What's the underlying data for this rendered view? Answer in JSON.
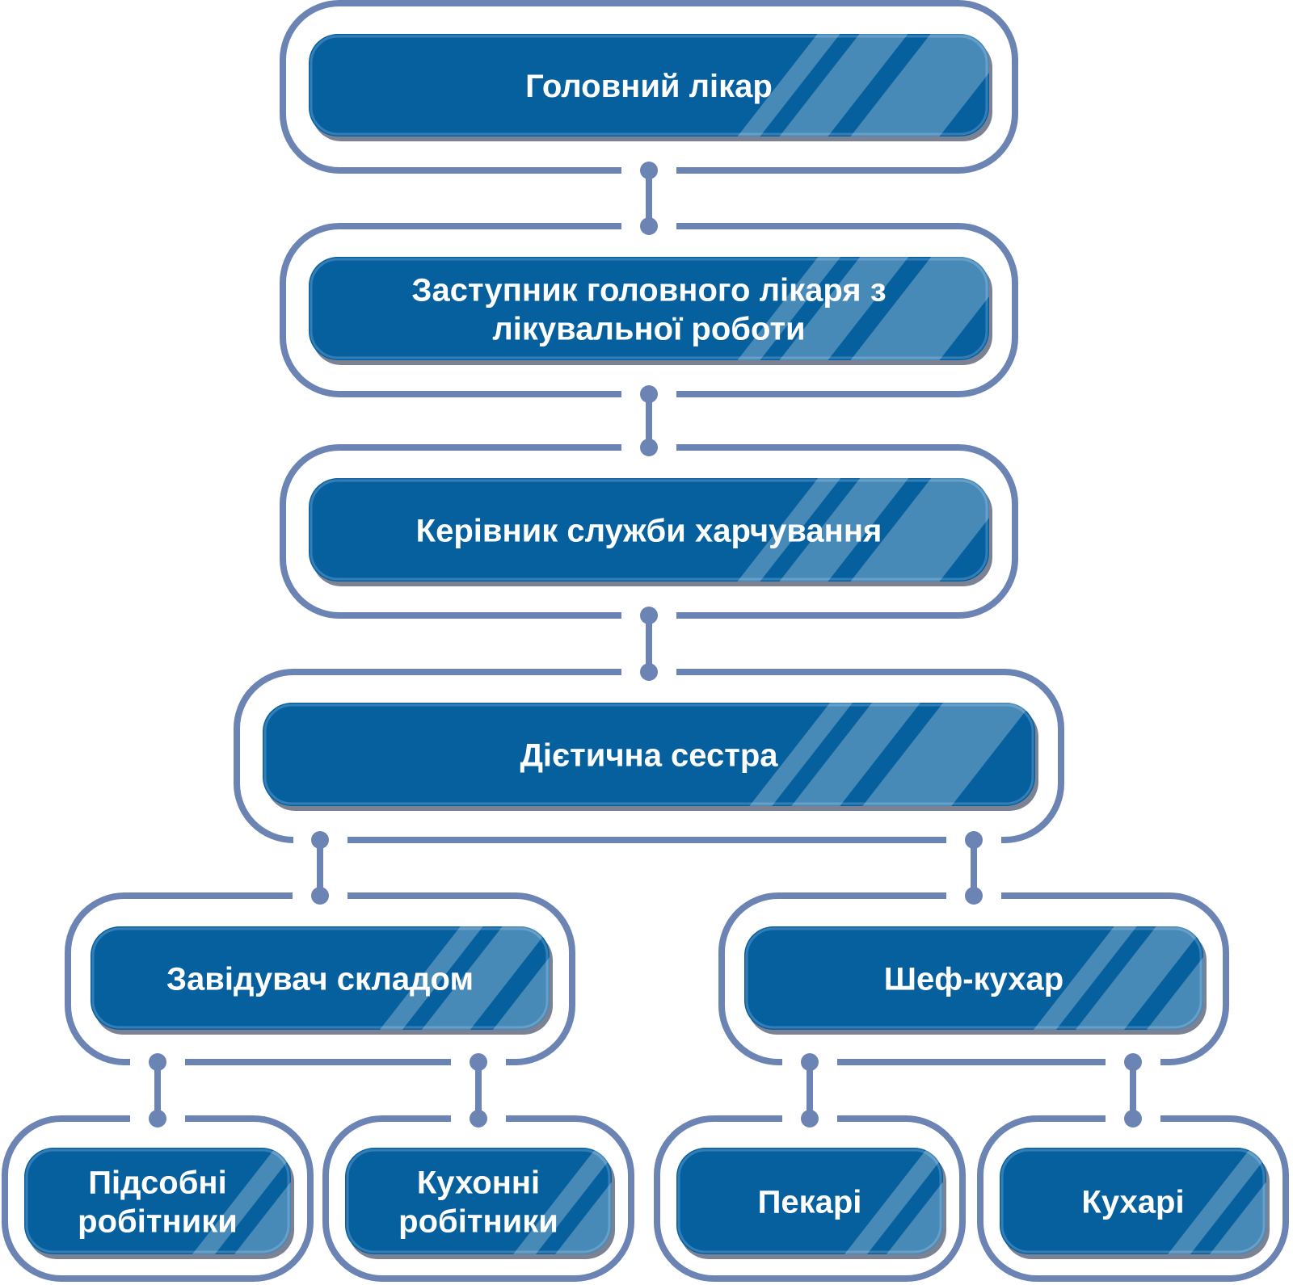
{
  "diagram": {
    "type": "org-chart",
    "nodes": [
      {
        "id": "chief-doctor",
        "lines": [
          "Головний лікар"
        ]
      },
      {
        "id": "deputy-chief-doctor",
        "lines": [
          "Заступник головного лікаря з",
          "лікувальної роботи"
        ]
      },
      {
        "id": "catering-head",
        "lines": [
          "Керівник служби харчування"
        ]
      },
      {
        "id": "dietitian-nurse",
        "lines": [
          "Дієтична сестра"
        ]
      },
      {
        "id": "warehouse-manager",
        "lines": [
          "Завідувач складом"
        ]
      },
      {
        "id": "chef",
        "lines": [
          "Шеф-кухар"
        ]
      },
      {
        "id": "auxiliary-workers",
        "lines": [
          "Підсобні",
          "робітники"
        ]
      },
      {
        "id": "kitchen-workers",
        "lines": [
          "Кухонні",
          "робітники"
        ]
      },
      {
        "id": "bakers",
        "lines": [
          "Пекарі"
        ]
      },
      {
        "id": "cooks",
        "lines": [
          "Кухарі"
        ]
      }
    ],
    "edges": [
      [
        "chief-doctor",
        "deputy-chief-doctor"
      ],
      [
        "deputy-chief-doctor",
        "catering-head"
      ],
      [
        "catering-head",
        "dietitian-nurse"
      ],
      [
        "dietitian-nurse",
        "warehouse-manager"
      ],
      [
        "dietitian-nurse",
        "chef"
      ],
      [
        "warehouse-manager",
        "auxiliary-workers"
      ],
      [
        "warehouse-manager",
        "kitchen-workers"
      ],
      [
        "chef",
        "bakers"
      ],
      [
        "chef",
        "cooks"
      ]
    ],
    "colors": {
      "box": "#07609e",
      "outline": "#6b84b4",
      "text": "#ffffff"
    }
  }
}
